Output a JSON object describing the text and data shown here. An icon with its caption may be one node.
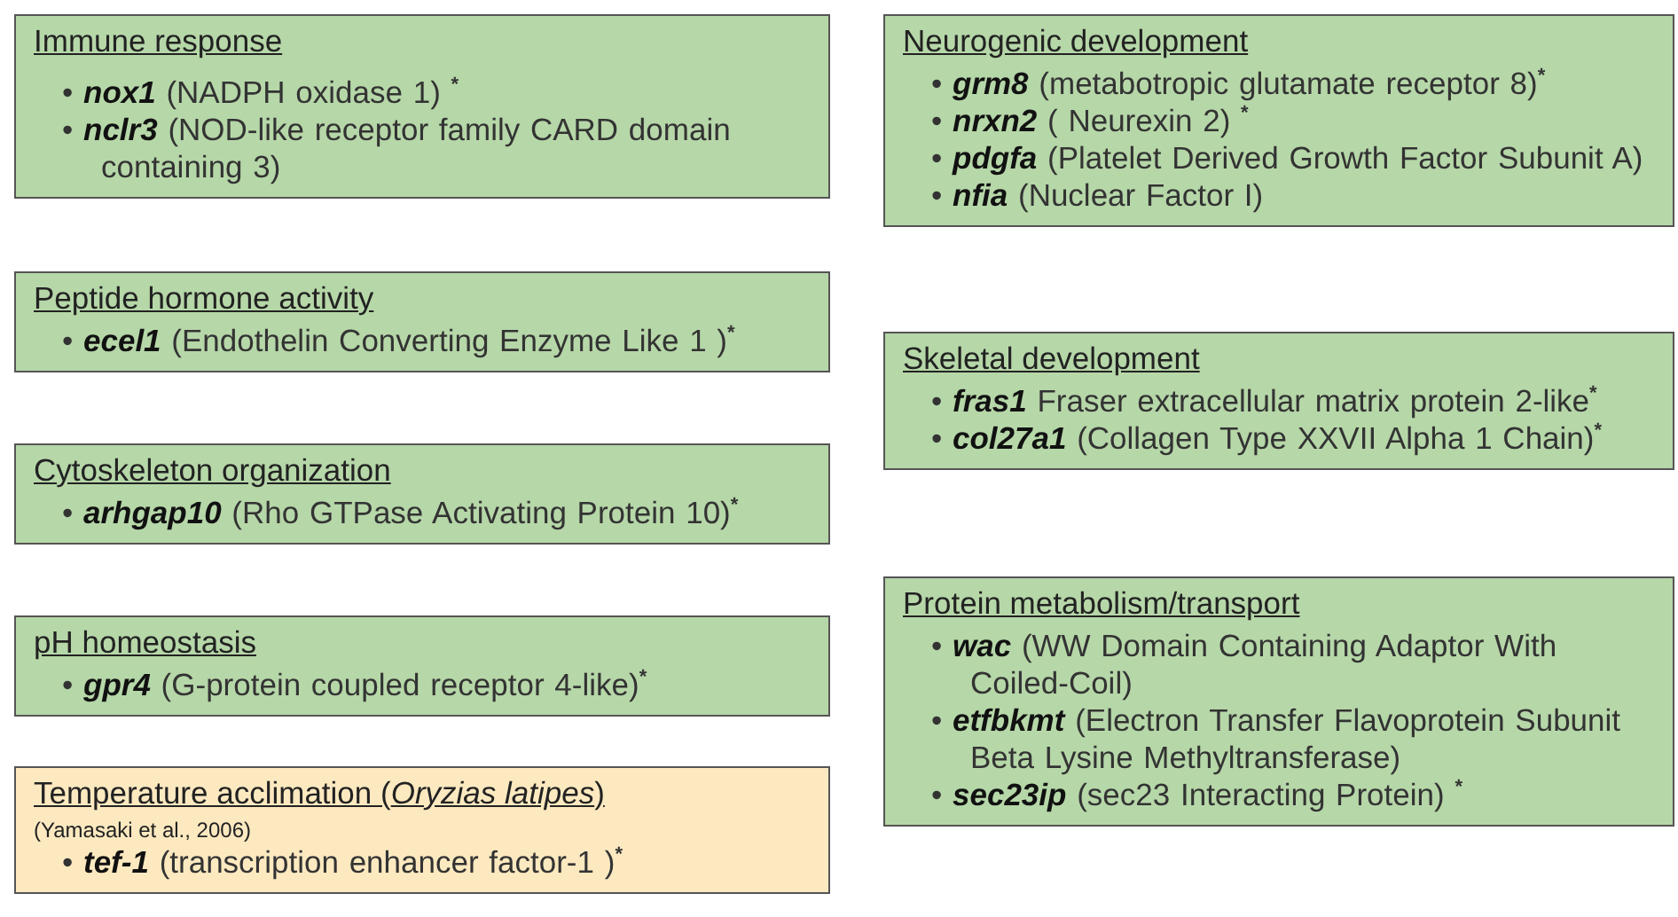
{
  "diagram": {
    "nodes": [
      {
        "text": [
          "Immune response",
          "• **nox1** (NADPH oxidase 1) $^{*}$",
          "• **nclr3** (NOD-like receptor family CARD domain containing 3)"
        ]
      },
      {
        "text": [
          "Peptide hormone activity",
          "• **ecel1** (Endothelin Converting Enzyme Like 1 )$^{*}$"
        ]
      },
      {
        "text": [
          "Cytoskeleton organization",
          "• **arhgap10** (Rho GTPase Activating Protein 10)$^{*}$"
        ]
      },
      {
        "text": [
          "pH homeostasis",
          "• **gpr4** (G-protein coupled receptor 4-like)$^{*}$"
        ]
      },
      {
        "text": [
          "Temperature acclimation (*Oryzias latipes*)",
          "(Yamasaki et al., 2006)",
          "• **tef-1** (transcription enhancer factor-1 )$^{*}$"
        ]
      },
      {
        "text": [
          "Neurogenic development",
          "• **grm8** (metabotropic glutamate receptor 8)$^{*}$",
          "• **nrxn2** ( Neurexin 2) $^{*}$",
          "• **pdgfa** (Platelet Derived Growth Factor Subunit A)",
          "• **nfia** (Nuclear Factor I)"
        ]
      },
      {
        "text": [
          "Skeletal development",
          "• **fras1** Fraser extracellular matrix protein 2-like$^{*}$",
          "• **col27a1** (Collagen Type XXVII Alpha 1 Chain)$^{*}$"
        ]
      },
      {
        "text": [
          "Protein metabolism/transport",
          "• **wac** (WW Domain Containing Adaptor With Coiled-Coil)",
          "• **etfbkmt** (Electron Transfer Flavoprotein Subunit Beta Lysine Methyltransferase)",
          "• **sec23ip** (sec23 Interacting Protein) $^{*}$"
        ]
      }
    ]
  }
}
